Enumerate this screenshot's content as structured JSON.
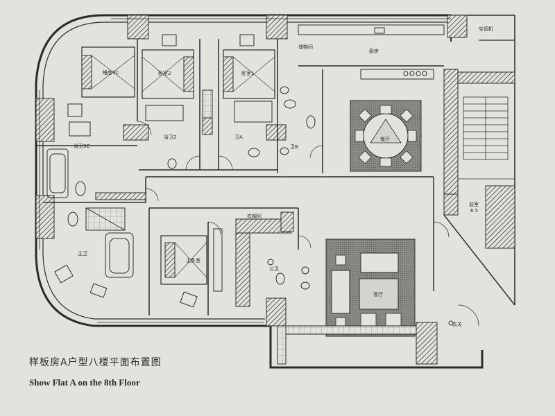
{
  "title_zh": "样板房A户型八楼平面布置图",
  "title_en": "Show Flat A on the 8th Floor",
  "labels": {
    "ac_unit": "空调机",
    "kitchen": "厨房",
    "kitchen_store": "储物间",
    "bedroom_3": "睡房3C",
    "bedroom_2": "卧室2",
    "bedroom_1": "卧室1",
    "bath_3": "浴卫3C",
    "bath_2": "浴卫2",
    "bath_a": "卫A",
    "bath_b": "卫B",
    "dining": "餐厅",
    "lobby": "前室",
    "lobby_area": "6.5",
    "master_bath": "主卫",
    "master_bed": "主卧室",
    "cloakroom": "衣帽间",
    "powder": "公卫",
    "living": "客厅",
    "entrance": "玄关"
  },
  "colors": {
    "background": "#e3e3de",
    "line": "#2b2b2b",
    "rug": "#7a7a76",
    "hatch": "#444444"
  }
}
